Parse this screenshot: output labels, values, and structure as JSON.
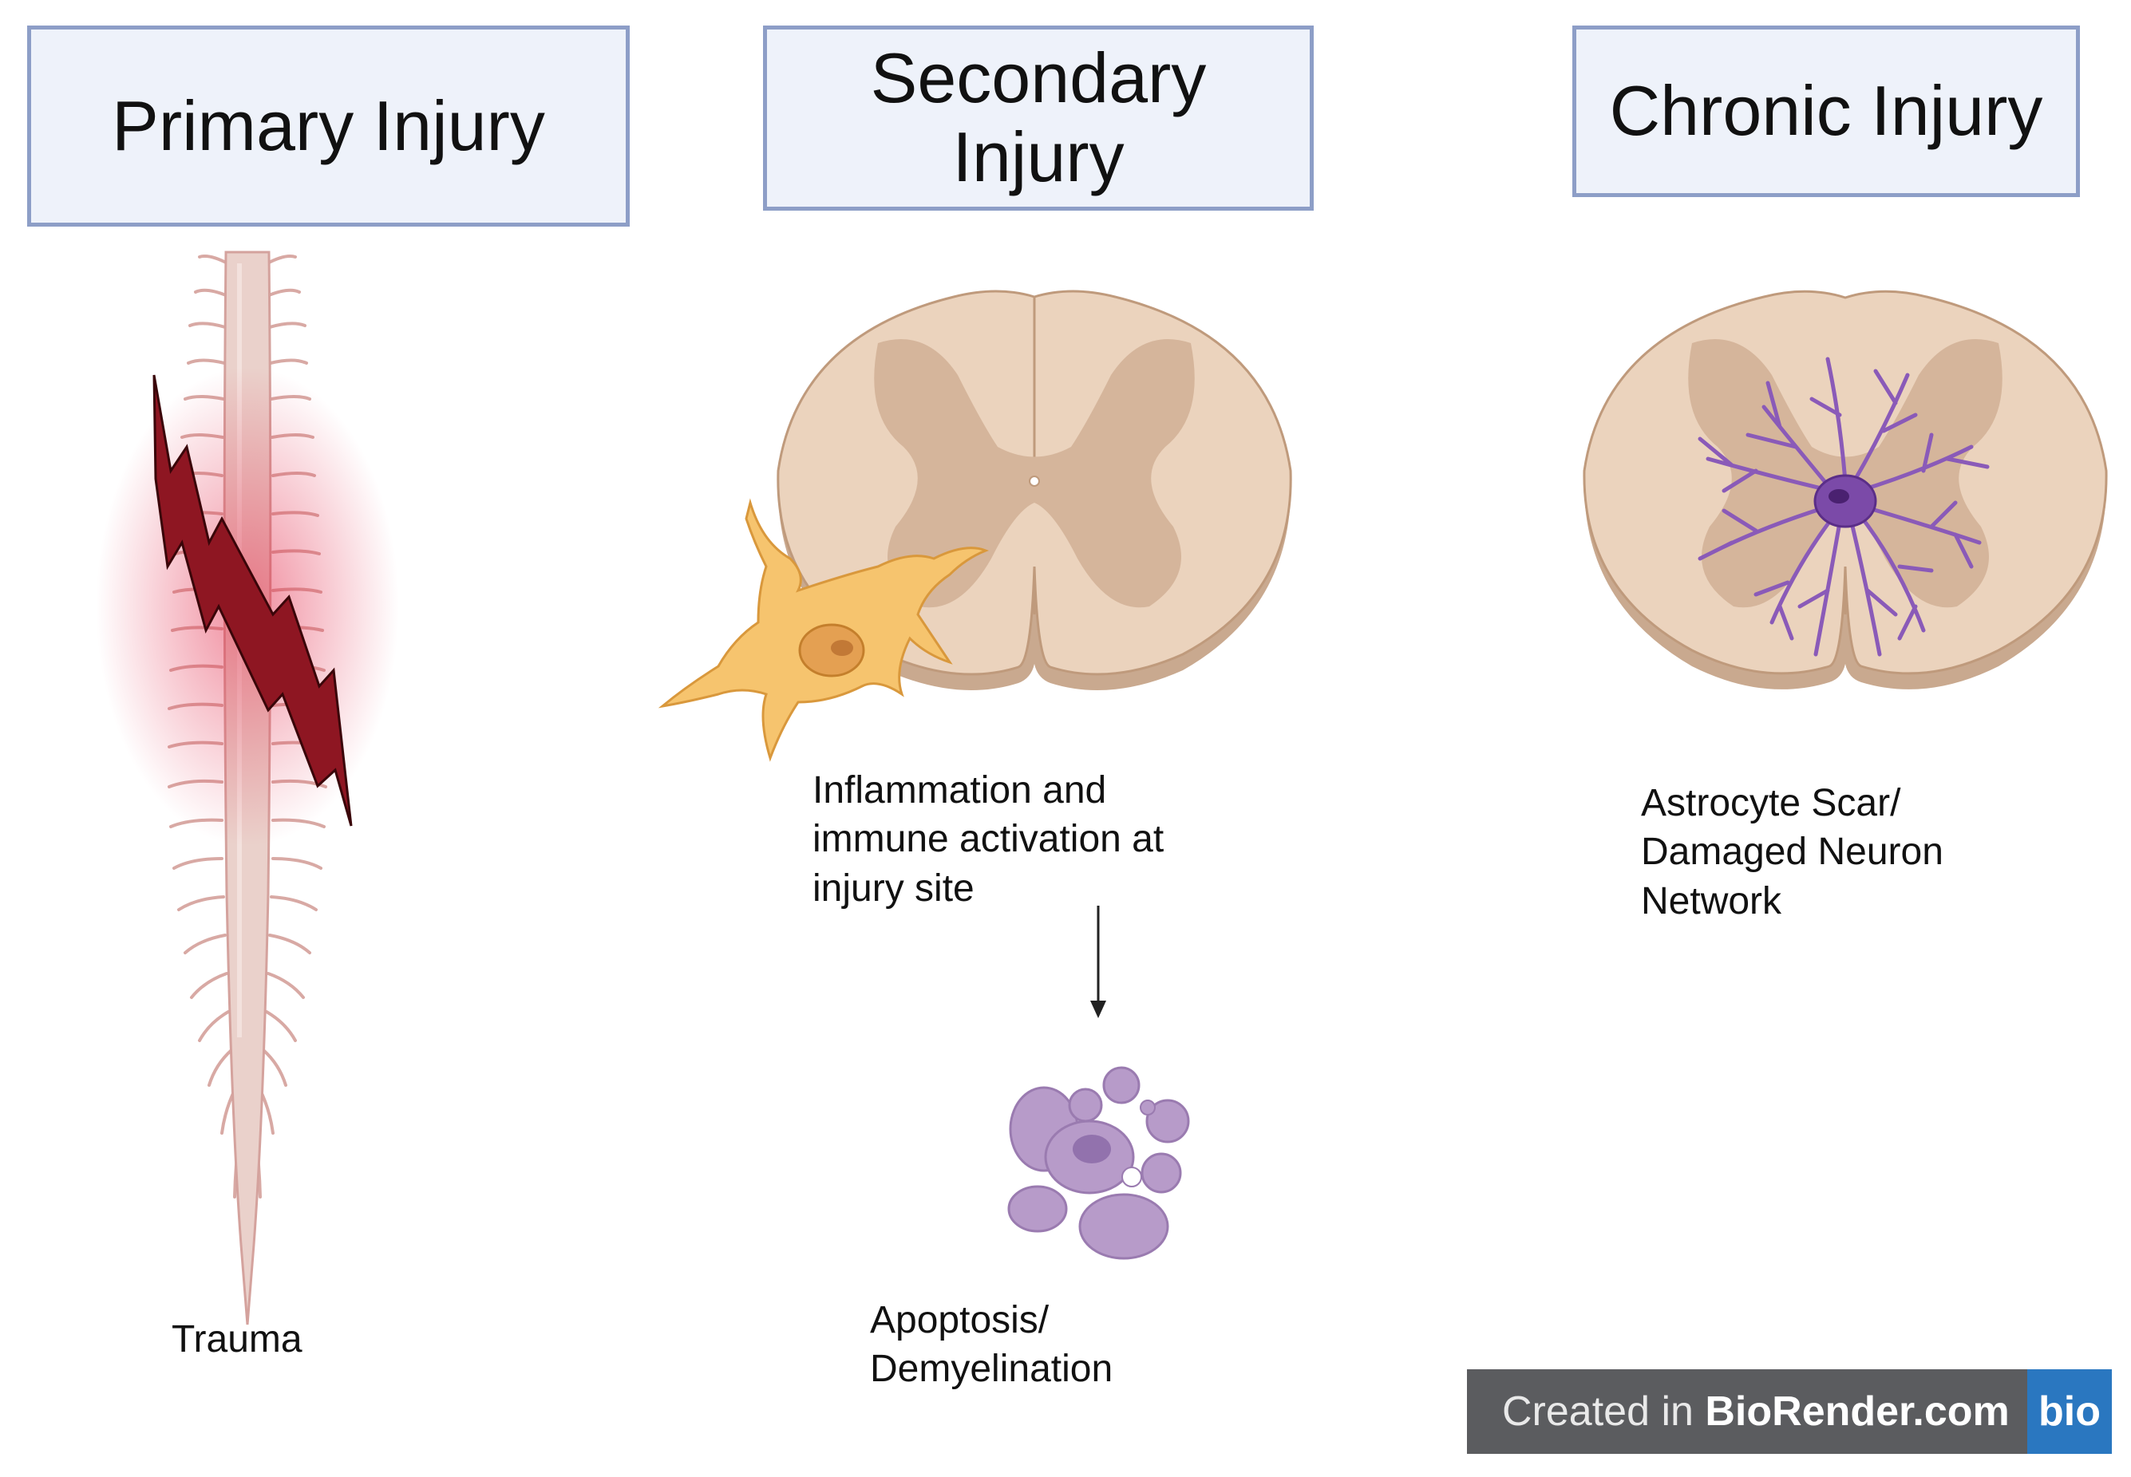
{
  "headers": {
    "primary": "Primary Injury",
    "secondary": "Secondary\nInjury",
    "chronic": "Chronic Injury"
  },
  "captions": {
    "trauma": "Trauma",
    "inflammation": "Inflammation and\nimmune activation at\ninjury site",
    "apoptosis": "Apoptosis/\nDemyelination",
    "astrocyte": "Astrocyte Scar/\nDamaged Neuron\nNetwork"
  },
  "watermark": {
    "prefix": "Created in ",
    "brand": "BioRender.com",
    "logo": "bio"
  },
  "icons": [
    "spinal-cord-icon",
    "lightning-bolt-icon",
    "spinal-cord-cross-section-icon",
    "microglia-cell-icon",
    "apoptotic-cell-icon",
    "astrocyte-icon"
  ],
  "colors": {
    "header_fill": "#eef2fa",
    "header_border": "#8d9ec7",
    "cord_white_matter": "#e9d0bc",
    "cord_grey_matter": "#d2b39c",
    "microglia": "#f7c46c",
    "apoptotic_cell": "#b79bc9",
    "astrocyte": "#8a5ab8",
    "lightning": "#8e1622"
  }
}
